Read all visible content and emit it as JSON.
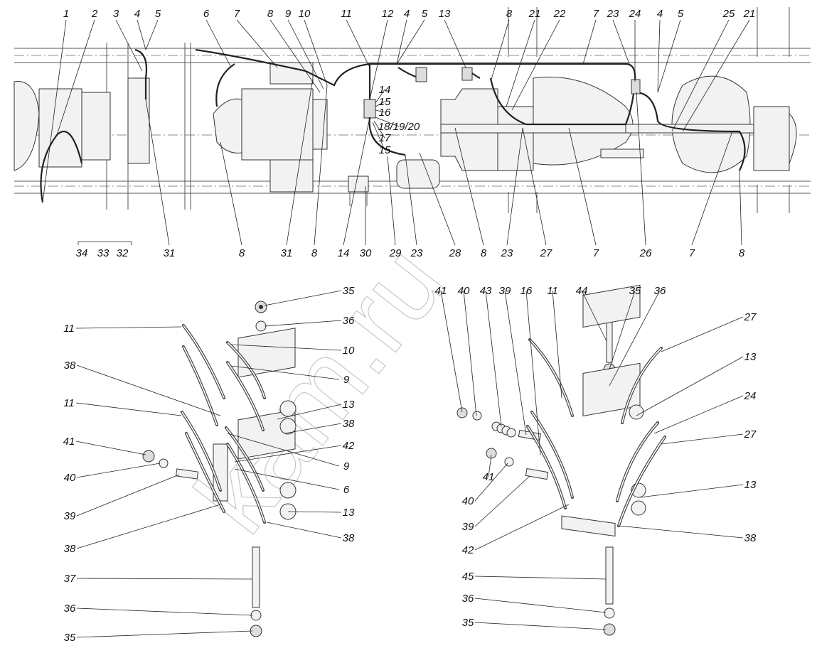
{
  "diagram": {
    "top_view": {
      "top_labels": [
        "1",
        "2",
        "3",
        "4",
        "5",
        "6",
        "7",
        "8",
        "9",
        "10",
        "11",
        "12",
        "4",
        "5",
        "13",
        "8",
        "21",
        "22",
        "23",
        "24",
        "4",
        "5",
        "25",
        "21"
      ],
      "side_labels": [
        "14",
        "15",
        "16",
        "18/19/20",
        "17",
        "15"
      ],
      "bottom_labels": [
        "34",
        "33",
        "32",
        "31",
        "8",
        "31",
        "8",
        "14",
        "30",
        "29",
        "23",
        "28",
        "8",
        "23",
        "27",
        "7",
        "26",
        "7",
        "8"
      ],
      "extra_labels": [
        "7"
      ]
    },
    "left_assembly": {
      "labels": [
        "35",
        "36",
        "11",
        "10",
        "38",
        "9",
        "13",
        "38",
        "11",
        "41",
        "42",
        "9",
        "40",
        "6",
        "39",
        "13",
        "38",
        "38",
        "37",
        "36",
        "35"
      ]
    },
    "right_assembly": {
      "labels": [
        "41",
        "40",
        "43",
        "39",
        "16",
        "11",
        "44",
        "35",
        "36",
        "27",
        "13",
        "24",
        "27",
        "13",
        "41",
        "40",
        "39",
        "42",
        "38",
        "45",
        "36",
        "35"
      ]
    },
    "watermark": "kam.ru"
  }
}
